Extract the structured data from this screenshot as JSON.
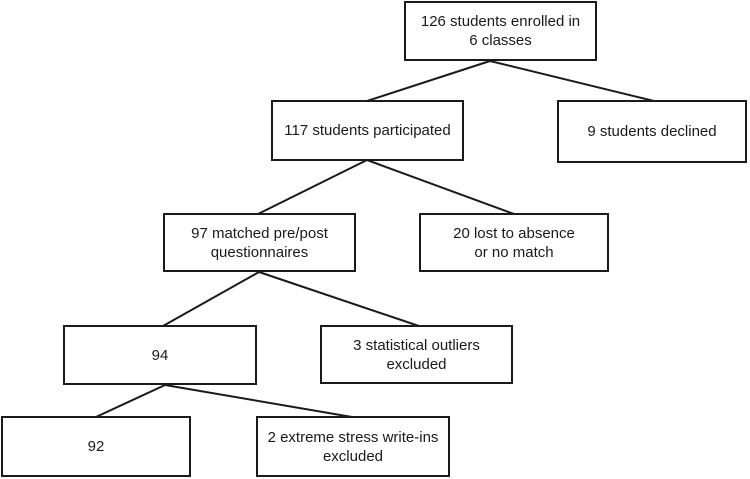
{
  "flowchart": {
    "nodes": {
      "enrolled": "126 students enrolled in\n6 classes",
      "participated": "117 students participated",
      "declined": "9 students declined",
      "matched": "97 matched pre/post\nquestionnaires",
      "lost": "20 lost to absence\nor no match",
      "final_94": "94",
      "outliers": "3 statistical outliers\nexcluded",
      "final_92": "92",
      "write_ins": "2 extreme stress write-ins\nexcluded"
    },
    "edges": [
      [
        "enrolled",
        "participated"
      ],
      [
        "enrolled",
        "declined"
      ],
      [
        "participated",
        "matched"
      ],
      [
        "participated",
        "lost"
      ],
      [
        "matched",
        "final_94"
      ],
      [
        "matched",
        "outliers"
      ],
      [
        "final_94",
        "final_92"
      ],
      [
        "final_94",
        "write_ins"
      ]
    ]
  },
  "colors": {
    "line": "#1a1a1a",
    "box_fill": "#ffffff"
  }
}
